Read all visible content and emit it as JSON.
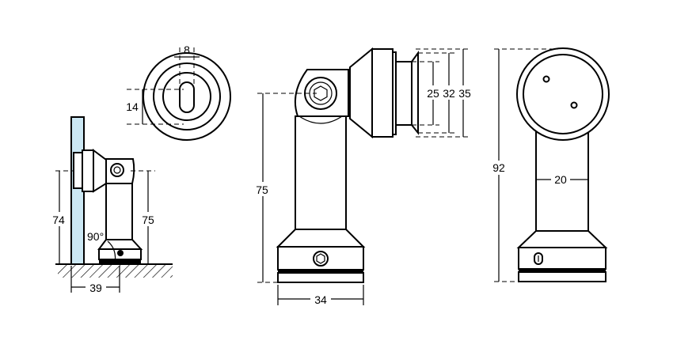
{
  "colors": {
    "glass": "#cce8f4",
    "line": "#000000"
  },
  "side_view": {
    "height_left": "74",
    "height_right": "75",
    "angle": "90°",
    "offset": "39"
  },
  "flange_view": {
    "slot_width": "8",
    "slot_height": "14"
  },
  "front_view": {
    "height": "75",
    "width": "34",
    "d1": "25",
    "d2": "32",
    "d3": "35"
  },
  "rear_view": {
    "height": "92",
    "post_width": "20"
  }
}
